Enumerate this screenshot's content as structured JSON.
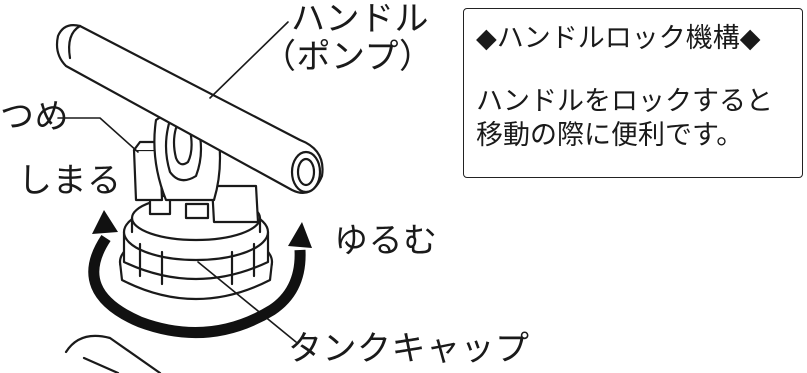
{
  "labels": {
    "handle_line1": "ハンドル",
    "handle_line2": "（ポンプ）",
    "claw": "つめ",
    "tighten": "しまる",
    "loosen": "ゆるむ",
    "tank_cap": "タンクキャップ"
  },
  "note": {
    "title": "◆ハンドルロック機構◆",
    "body_line1": "ハンドルをロックすると",
    "body_line2": "移動の際に便利です。"
  }
}
